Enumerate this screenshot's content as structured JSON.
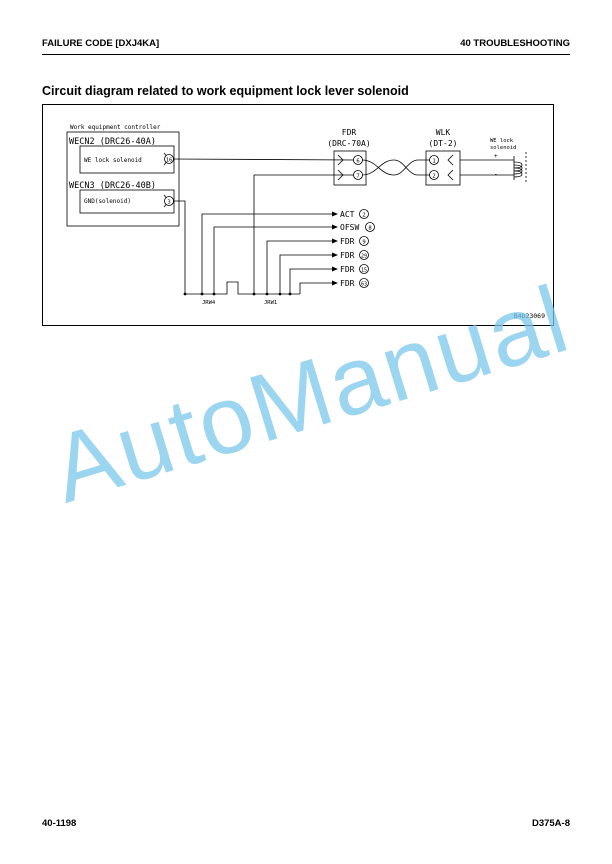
{
  "header": {
    "left": "FAILURE CODE [DXJ4KA]",
    "right": "40 TROUBLESHOOTING"
  },
  "title": "Circuit diagram related to work equipment lock lever solenoid",
  "diagram": {
    "controller_label": "Work equipment controller",
    "wecn2": "WECN2 (DRC26-40A)",
    "we_lock_solenoid": "WE lock solenoid",
    "pin16": "16",
    "wecn3": "WECN3 (DRC26-40B)",
    "gnd_solenoid": "GND(solenoid)",
    "pin3": "3",
    "fdr_name": "FDR",
    "fdr_type": "(DRC-70A)",
    "pin6": "6",
    "pin7": "7",
    "wlk_name": "WLK",
    "wlk_type": "(DT-2)",
    "pin1": "1",
    "pin2": "2",
    "solenoid_label_1": "WE lock",
    "solenoid_label_2": "solenoid",
    "plus": "+",
    "minus": "-",
    "targets": [
      {
        "name": "ACT",
        "pin": "2"
      },
      {
        "name": "OFSW",
        "pin": "8"
      },
      {
        "name": "FDR",
        "pin": "9"
      },
      {
        "name": "FDR",
        "pin": "29"
      },
      {
        "name": "FDR",
        "pin": "15"
      },
      {
        "name": "FDR",
        "pin": "63"
      }
    ],
    "jrw4": "JRW4",
    "jrw1": "JRW1",
    "code": "B4D23069"
  },
  "watermark": "AutoManual",
  "footer": {
    "left": "40-1198",
    "right": "D375A-8"
  }
}
